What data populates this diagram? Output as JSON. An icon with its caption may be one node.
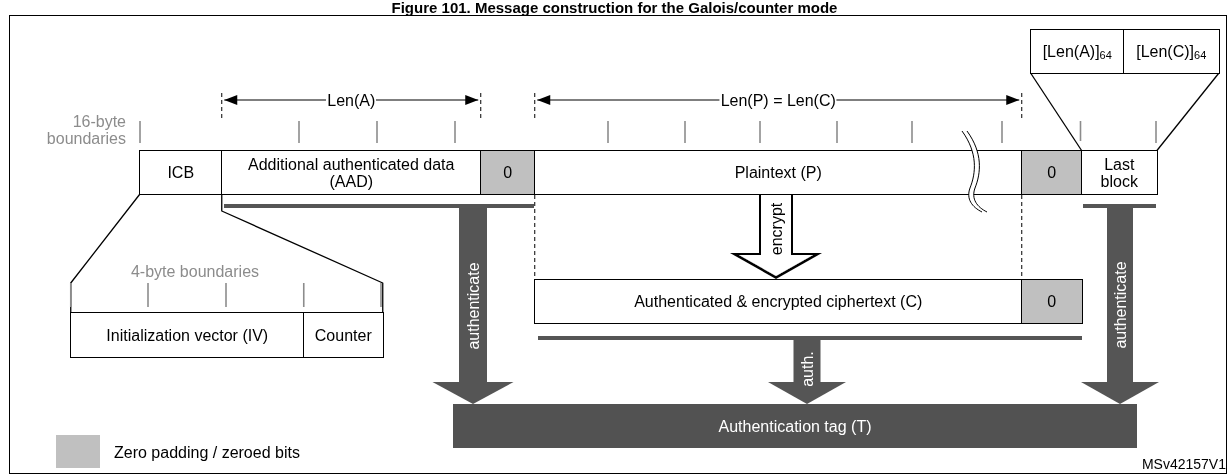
{
  "diagram": {
    "title": "Figure 101. Message construction for the Galois/counter mode",
    "nodes": [
      {
        "text": [
          "[Len(A)]$_{64}$"
        ]
      },
      {
        "text": [
          "[Len(C)]$_{64}$"
        ]
      },
      {
        "text": [
          "ICB"
        ]
      },
      {
        "text": [
          "Additional authenticated data (AAD)"
        ]
      },
      {
        "text": [
          "0"
        ]
      },
      {
        "text": [
          "Plaintext (P)"
        ]
      },
      {
        "text": [
          "0"
        ]
      },
      {
        "text": [
          "Last block"
        ]
      },
      {
        "text": [],
        "shape": "bar"
      },
      {
        "text": [],
        "shape": "bar"
      },
      {
        "text": [
          "Authenticated & encrypted ciphertext (C)"
        ]
      },
      {
        "text": [
          "0"
        ]
      },
      {
        "text": [
          "Initialization vector (IV)"
        ]
      },
      {
        "text": [
          "Counter"
        ]
      },
      {
        "text": [],
        "shape": "bar"
      },
      {
        "text": [
          "Authentication tag (T)"
        ]
      }
    ],
    "edges": [
      {
        "from": 2,
        "to": 12,
        "arrow": "none"
      },
      {
        "from": 2,
        "to": 13,
        "arrow": "none"
      },
      {
        "from": 7,
        "to": 0,
        "arrow": "none"
      },
      {
        "from": 7,
        "to": 1,
        "arrow": "none"
      },
      {
        "from": 8,
        "to": 15,
        "arrow": "to",
        "label": "authenticate",
        "style": "thick",
        "color": "#555555"
      },
      {
        "from": 5,
        "to": 10,
        "arrow": "to",
        "label": "encrypt",
        "style": "thick"
      },
      {
        "from": 14,
        "to": 15,
        "arrow": "to",
        "label": "auth.",
        "style": "thick",
        "color": "#555555"
      },
      {
        "from": 9,
        "to": 15,
        "arrow": "to",
        "label": "authenticate",
        "style": "thick",
        "color": "#555555"
      }
    ],
    "labels": [
      "Len(A)",
      "Len(P) = Len(C)",
      "16-byte boundaries",
      "4-byte boundaries",
      "MSv42157V1"
    ],
    "legend": [
      {
        "text": "Zero padding / zeroed bits",
        "color": "#c0c0c0"
      }
    ]
  }
}
